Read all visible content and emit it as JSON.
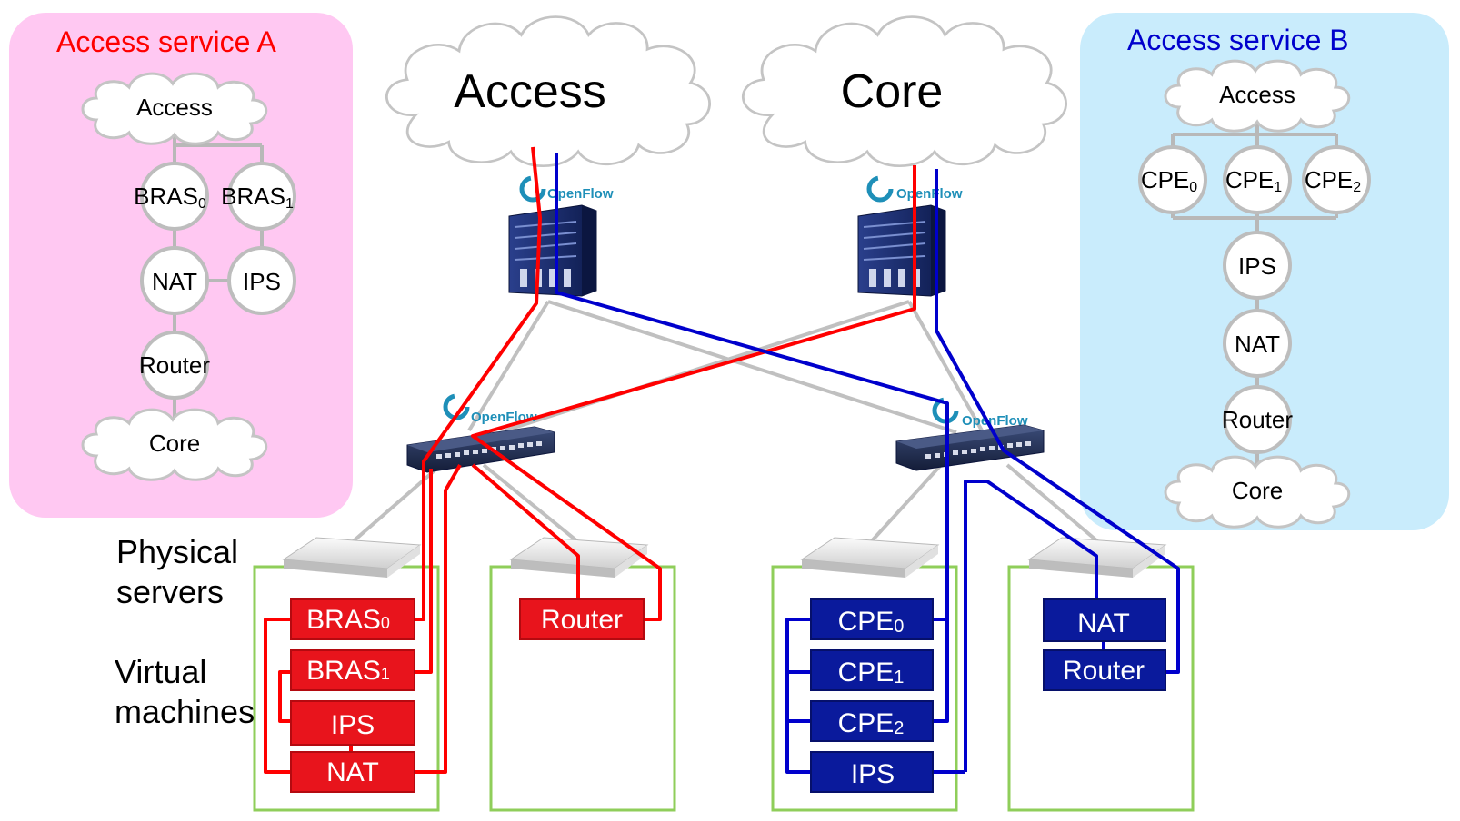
{
  "colors": {
    "service_a_bg": "#ffc8f2",
    "service_b_bg": "#c9ecfc",
    "service_a_title": "#ff0000",
    "service_b_title": "#0000cc",
    "path_red": "#ff0000",
    "path_blue": "#0000cc",
    "link_gray": "#c0c0c0",
    "server_frame": "#8fce5a",
    "vm_red": "#e8141c",
    "vm_blue": "#0a1a9c"
  },
  "service_a": {
    "title": "Access service  A",
    "clouds": [
      "Access",
      "Core"
    ],
    "nodes": [
      {
        "label": "BRAS",
        "sub": "0"
      },
      {
        "label": "BRAS",
        "sub": "1"
      },
      {
        "label": "NAT",
        "sub": ""
      },
      {
        "label": "IPS",
        "sub": ""
      },
      {
        "label": "Router",
        "sub": ""
      }
    ]
  },
  "service_b": {
    "title": "Access service  B",
    "clouds": [
      "Access",
      "Core"
    ],
    "nodes": [
      {
        "label": "CPE",
        "sub": "0"
      },
      {
        "label": "CPE",
        "sub": "1"
      },
      {
        "label": "CPE",
        "sub": "2"
      },
      {
        "label": "IPS",
        "sub": ""
      },
      {
        "label": "NAT",
        "sub": ""
      },
      {
        "label": "Router",
        "sub": ""
      }
    ]
  },
  "networks": [
    {
      "label": "Access"
    },
    {
      "label": "Core"
    }
  ],
  "openflow_label": "OpenFlow",
  "labels": {
    "physical_servers": [
      "Physical",
      "servers"
    ],
    "virtual_machines": [
      "Virtual",
      "machines"
    ]
  },
  "vms": {
    "server1": [
      {
        "label": "BRAS",
        "sub": "0"
      },
      {
        "label": "BRAS",
        "sub": "1"
      },
      {
        "label": "IPS",
        "sub": ""
      },
      {
        "label": "NAT",
        "sub": ""
      }
    ],
    "server2": [
      {
        "label": "Router",
        "sub": ""
      }
    ],
    "server3": [
      {
        "label": "CPE",
        "sub": "0"
      },
      {
        "label": "CPE",
        "sub": "1"
      },
      {
        "label": "CPE",
        "sub": "2"
      },
      {
        "label": "IPS",
        "sub": ""
      }
    ],
    "server4": [
      {
        "label": "NAT",
        "sub": ""
      },
      {
        "label": "Router",
        "sub": ""
      }
    ]
  }
}
